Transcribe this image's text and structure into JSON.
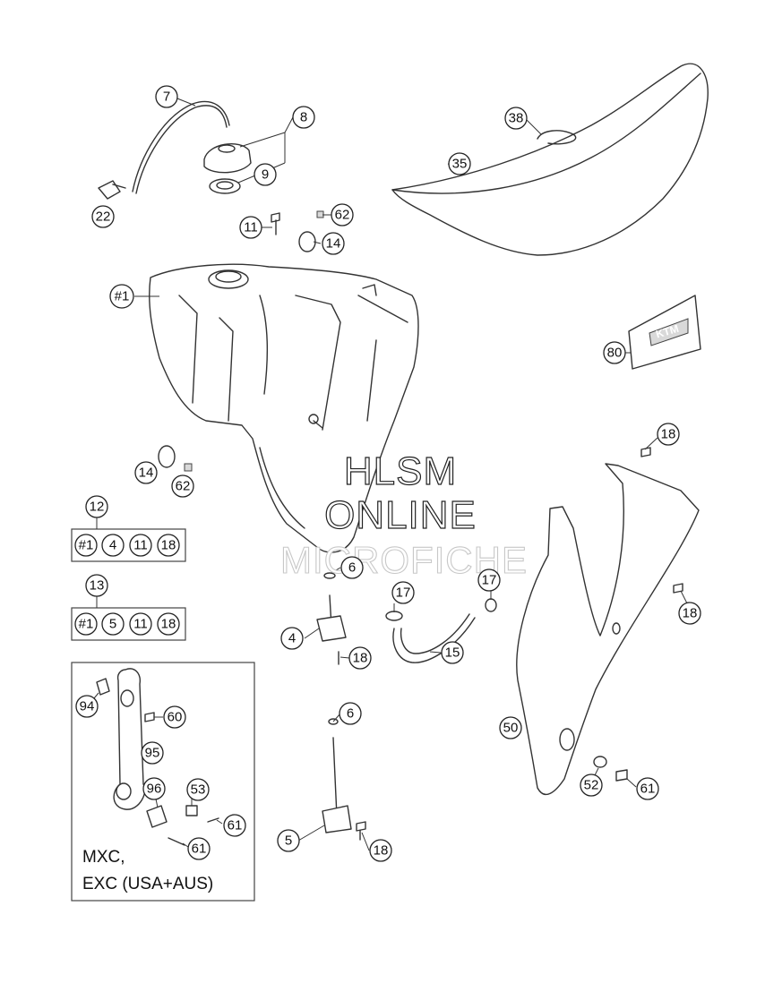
{
  "callouts": {
    "c7": "7",
    "c8": "8",
    "c9": "9",
    "c22": "22",
    "c11_top": "11",
    "c62_top": "62",
    "c14_top": "14",
    "c38": "38",
    "c35": "35",
    "c1": "#1",
    "c80": "80",
    "c14_mid": "14",
    "c62_mid": "62",
    "c12": "12",
    "c13": "13",
    "c6_upper": "6",
    "c4": "4",
    "c18_tap1": "18",
    "c17_left": "17",
    "c17_right": "17",
    "c15": "15",
    "c18_shroud_top": "18",
    "c18_shroud_mid": "18",
    "c50": "50",
    "c6_lower": "6",
    "c5": "5",
    "c18_tap2": "18",
    "c52": "52",
    "c61_shroud": "61",
    "c94": "94",
    "c60": "60",
    "c95": "95",
    "c96": "96",
    "c53": "53",
    "c61_box1": "61",
    "c61_box2": "61"
  },
  "kit_12": [
    "#1",
    "4",
    "11",
    "18"
  ],
  "kit_13": [
    "#1",
    "5",
    "11",
    "18"
  ],
  "variant_box": {
    "line1": "MXC,",
    "line2": "EXC (USA+AUS)"
  },
  "watermark": {
    "line1": "HLSM",
    "line2": "ONLINE",
    "line3": "MICROFICHE"
  },
  "logo_text": "KTM"
}
